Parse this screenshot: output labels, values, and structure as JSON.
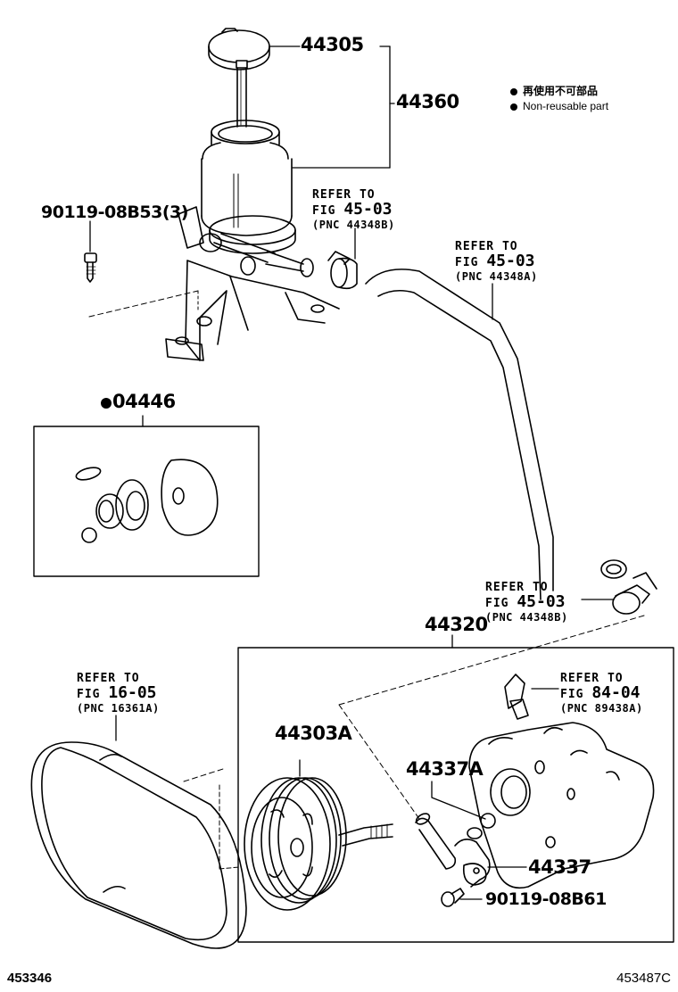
{
  "diagram": {
    "title_code_left": "453346",
    "title_code_right": "453487C",
    "legend": {
      "items": [
        {
          "icon": "filled-circle-bullet",
          "text": "再使用不可部品"
        },
        {
          "icon": "filled-circle-bullet",
          "text": "Non-reusable part"
        }
      ]
    },
    "parts": {
      "cap": "44305",
      "reservoir": "44360",
      "reservoir_bolt": "90119-08B53(3)",
      "gasket_kit": "04446",
      "pump_assembly": "44320",
      "pulley": "44303A",
      "union_oring": "44337A",
      "union": "44337",
      "union_bolt": "90119-08B61"
    },
    "gasket_kit_non_reusable": true,
    "references": [
      {
        "id": "ref-clamp-upper",
        "line1": "REFER TO",
        "fig_prefix": "FIG",
        "fig": "45-03",
        "pnc": "(PNC 44348B)"
      },
      {
        "id": "ref-hose",
        "line1": "REFER TO",
        "fig_prefix": "FIG",
        "fig": "45-03",
        "pnc": "(PNC 44348A)"
      },
      {
        "id": "ref-clamp-lower",
        "line1": "REFER TO",
        "fig_prefix": "FIG",
        "fig": "45-03",
        "pnc": "(PNC 44348B)"
      },
      {
        "id": "ref-belt",
        "line1": "REFER TO",
        "fig_prefix": "FIG",
        "fig": "16-05",
        "pnc": "(PNC 16361A)"
      },
      {
        "id": "ref-pressure-switch",
        "line1": "REFER TO",
        "fig_prefix": "FIG",
        "fig": "84-04",
        "pnc": "(PNC 89438A)"
      }
    ]
  }
}
